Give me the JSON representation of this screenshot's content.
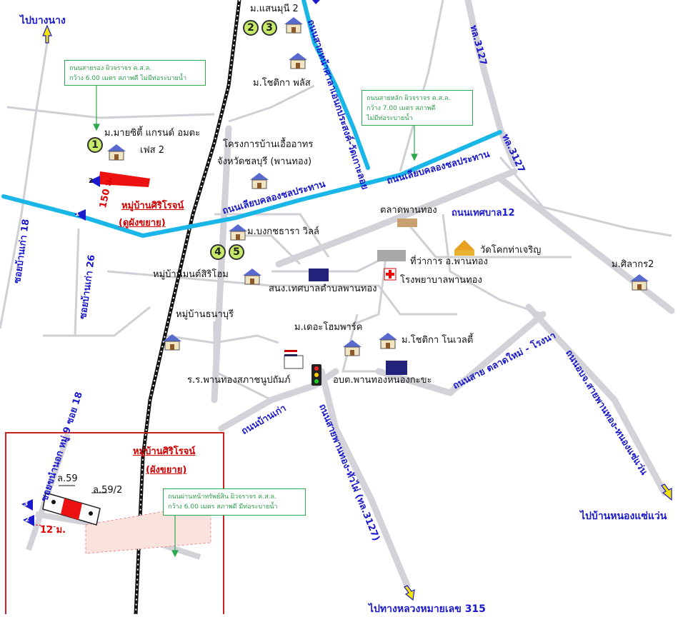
{
  "destinations": {
    "bang_nang": "ไปบางนาง",
    "nong_chaeng_wan": "ไปบ้านหนองแซ่แว่น",
    "highway_315": "ไปทางหลวงหมายเลข 315"
  },
  "roads": {
    "khlong_chon_1": "ถนนเลียบคลองชลประทาน",
    "khlong_chon_2": "ถนนเลียบคลองชลประทาน",
    "tesaban12": "ถนนเทศบาล12",
    "tl3127_top": "ทล.3127",
    "tl3127_right": "ทล.3127",
    "ban_kao": "ถนนบ้านเก่า",
    "phanthong_hua_mai": "ถนนสายพานทอง-หัวไผ่ (ทล.3127)",
    "talat_mai_rong_na": "ถนนสาย ตลาดใหม่ - โรงนา",
    "nong_chaeng_wan_road": "ถนนอบจ.สายพานทอง-หนองแซ่แว่น",
    "wat_ko_kala_loi": "ถนนสายหน้าศาลาเอนกประสงค์-วัดเกาะลอย",
    "soi_ban_kao_18": "ซอยบ้านเก่า 18",
    "soi_ban_kao_26": "ซอยบ้านเก่า 26",
    "soi_khanon_9_18": "ซอยขนำนอก หมู่ 9 ซอย 18"
  },
  "places": {
    "sanmuni2": "ม.แสนมุนี 2",
    "chotika_plus": "ม.โชติกา พลัส",
    "my_city": "ม.มายซิตี้ แกรนด์ อมตะ",
    "my_city_phase": "เฟส 2",
    "food_project_1": "โครงการบ้านเอื้ออาทร",
    "food_project_2": "จังหวัดชลบุรี (พานทอง)",
    "bongkot": "ม.บงกชธารา วิลล์",
    "manthana": "หมู่บ้านมนต์สิริโฮม",
    "thanaburi": "หมู่บ้านธนาบุรี",
    "talat": "ตลาดพานทอง",
    "wat": "วัดโคกท่าเจริญ",
    "district_office": "ที่ว่าการ อ.พานทอง",
    "hospital": "โรงพยาบาลพานทอง",
    "municipal": "สนง.เทศบาลตำบลพานทอง",
    "sila2": "ม.ศิลากร2",
    "the_home": "ม.เดอะโฮมพาร์ค",
    "chotika_novel": "ม.โชติกา โนเวลตี้",
    "school": "ร.ร.พานทองสภาชนูปถัมภ์",
    "obt": "อบต.พานทองหนองกะขะ"
  },
  "project": {
    "name": "หมู่บ้านศิริโรจน์",
    "sub_top": "(ดูผังขยาย)",
    "sub_inset": "(ผังขยาย)",
    "distance_top": "150 ม.",
    "distance_inset": "12 ม.",
    "lot1": "ล.59",
    "lot2": "ล.59/2"
  },
  "notes": {
    "secondary": [
      "ถนนสายรอง ผิวจราจร ค.ส.ล.",
      "กว้าง 6.00 เมตร สภาพดี ไม่มีท่อระบายน้ำ"
    ],
    "main": [
      "ถนนสายหลัก ผิวจราจร ค.ส.ล.",
      "กว้าง 7.00 เมตร สภาพดี",
      "ไม่มีท่อระบายน้ำ"
    ],
    "inset": [
      "ถนนผ่านหน้าทรัพย์สิน ผิวจราจร ค.ส.ล.",
      "กว้าง 6.00 เมตร สภาพดี มีท่อระบายน้ำ"
    ]
  },
  "markers": {
    "c1": "1",
    "c2": "2",
    "c3": "3",
    "c4": "4",
    "c5": "5",
    "n1": "1",
    "n2": "2",
    "n2b": "2",
    "n3": "3"
  },
  "colors": {
    "canal": "#1ab6e8",
    "road": "#d2d2d8",
    "rail": "#111111",
    "project": "#ee1111",
    "label_blue": "#1a1acc",
    "note_green": "#2fa84f"
  }
}
